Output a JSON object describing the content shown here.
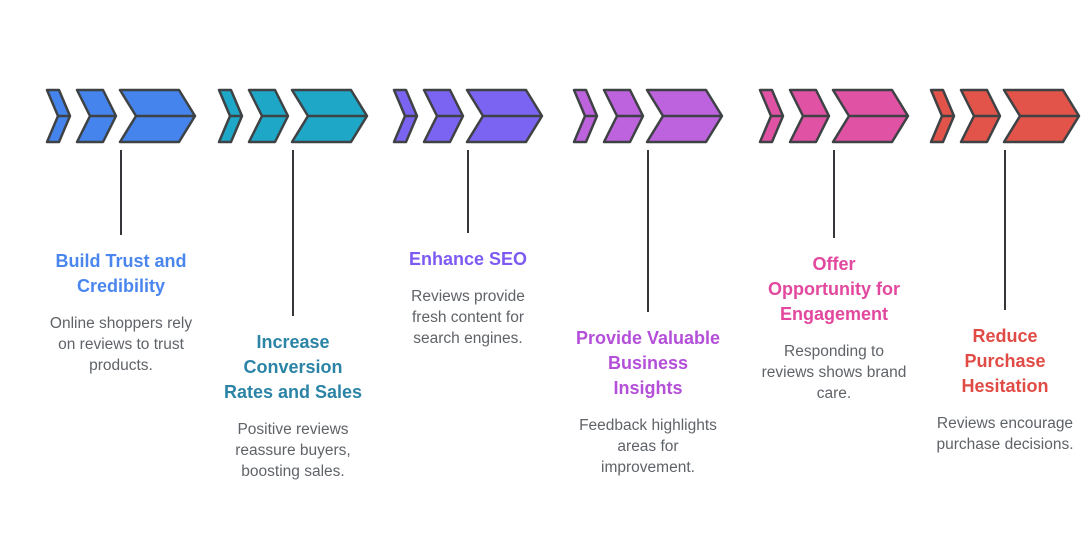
{
  "diagram": {
    "palette": {
      "background": "#ffffff",
      "chevron_outline": "#3f4245",
      "connector_line": "#35363a",
      "description_text": "#5f6368"
    },
    "items": [
      {
        "title": "Build Trust and\nCredibility",
        "description": "Online shoppers rely\non reviews to trust\nproducts.",
        "chevron_color": "#4584ec",
        "title_color": "#4a86ee"
      },
      {
        "title": "Increase\nConversion\nRates and Sales",
        "description": "Positive reviews\nreassure buyers,\nboosting sales.",
        "chevron_color": "#1ea7c7",
        "title_color": "#2b84a6"
      },
      {
        "title": "Enhance SEO",
        "description": "Reviews provide\nfresh content for\nsearch engines.",
        "chevron_color": "#7c64f2",
        "title_color": "#7d5af2"
      },
      {
        "title": "Provide Valuable\nBusiness\nInsights",
        "description": "Feedback highlights\nareas for\nimprovement.",
        "chevron_color": "#bd63de",
        "title_color": "#b44fd9"
      },
      {
        "title": "Offer\nOpportunity for\nEngagement",
        "description": "Responding to\nreviews shows brand\ncare.",
        "chevron_color": "#e052a4",
        "title_color": "#e2489e"
      },
      {
        "title": "Reduce\nPurchase\nHesitation",
        "description": "Reviews encourage\npurchase decisions.",
        "chevron_color": "#e2544a",
        "title_color": "#e14b45"
      }
    ]
  }
}
